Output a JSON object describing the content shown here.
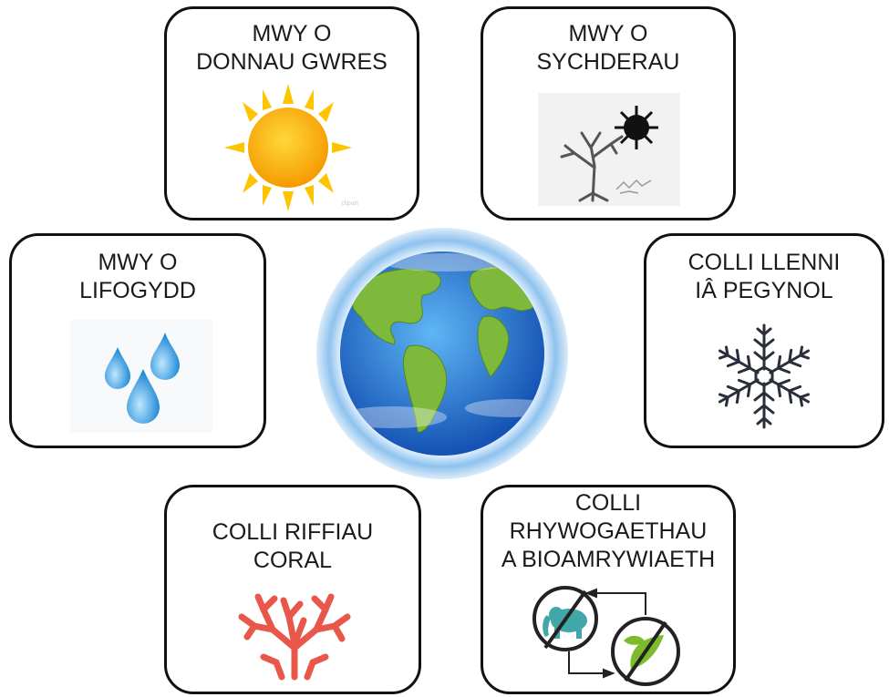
{
  "cards": {
    "heat": {
      "title": "MWY O\nDONNAU GWRES",
      "icon": "sun-icon",
      "watermark": "clipart"
    },
    "drought": {
      "title": "MWY O\nSYCHDERAU",
      "icon": "dead-tree-sun-icon"
    },
    "flood": {
      "title": "MWY O\nLIFOGYDD",
      "icon": "water-drops-icon"
    },
    "ice": {
      "title": "COLLI LLENNI\nIÂ PEGYNOL",
      "icon": "snowflake-icon"
    },
    "coral": {
      "title": "COLLI RIFFIAU\nCORAL",
      "icon": "coral-icon"
    },
    "species": {
      "title": "COLLI\nRHYWOGAETHAU\nA BIOAMRYWIAETH",
      "icon": "no-animals-no-plants-icon"
    }
  },
  "center": {
    "icon": "earth-globe-icon"
  },
  "colors": {
    "border": "#111111",
    "sun": "#ffb400",
    "drop": "#3aa0e0",
    "coral": "#e8574a",
    "ocean": "#1f6fcf",
    "land": "#7bb33a"
  }
}
